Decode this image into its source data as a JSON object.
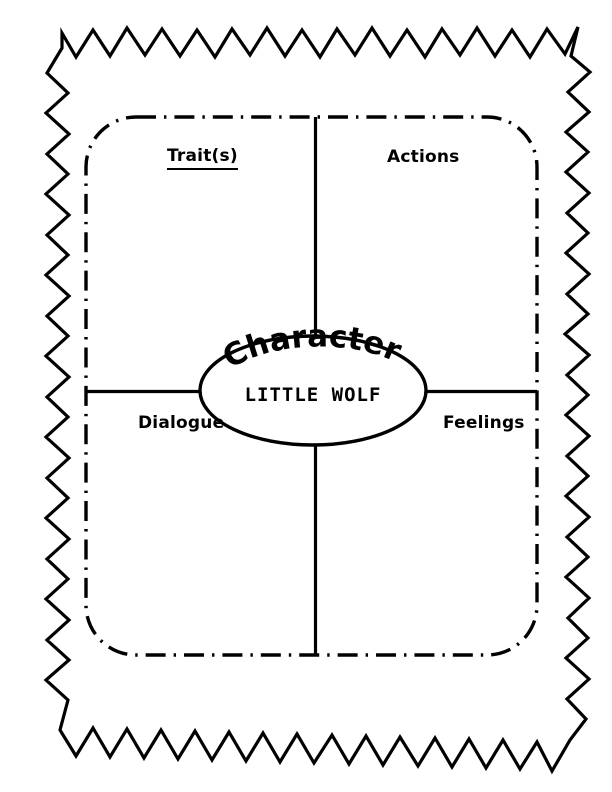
{
  "document": {
    "type": "character-map-graphic-organizer",
    "background_color": "#ffffff",
    "ink_color": "#000000"
  },
  "frame": {
    "style": "zigzag-starburst-border",
    "stroke_color": "#000000",
    "stroke_width": 3
  },
  "inner_panel": {
    "style": "dash-dot-rounded-rectangle",
    "stroke_color": "#000000",
    "stroke_width": 3,
    "corner_radius": 50
  },
  "center_node": {
    "shape": "ellipse",
    "heading": "Character",
    "heading_style": "arched",
    "subject": "LITTLE WOLF",
    "fill_color": "#ffffff",
    "stroke_color": "#000000"
  },
  "quadrants": [
    {
      "id": "traits",
      "label": "Trait(s)",
      "underlined": true,
      "position": "top-left"
    },
    {
      "id": "actions",
      "label": "Actions",
      "underlined": false,
      "position": "top-right"
    },
    {
      "id": "dialogue",
      "label": "Dialogue",
      "underlined": false,
      "position": "bottom-left"
    },
    {
      "id": "feelings",
      "label": "Feelings",
      "underlined": false,
      "position": "bottom-right"
    }
  ]
}
